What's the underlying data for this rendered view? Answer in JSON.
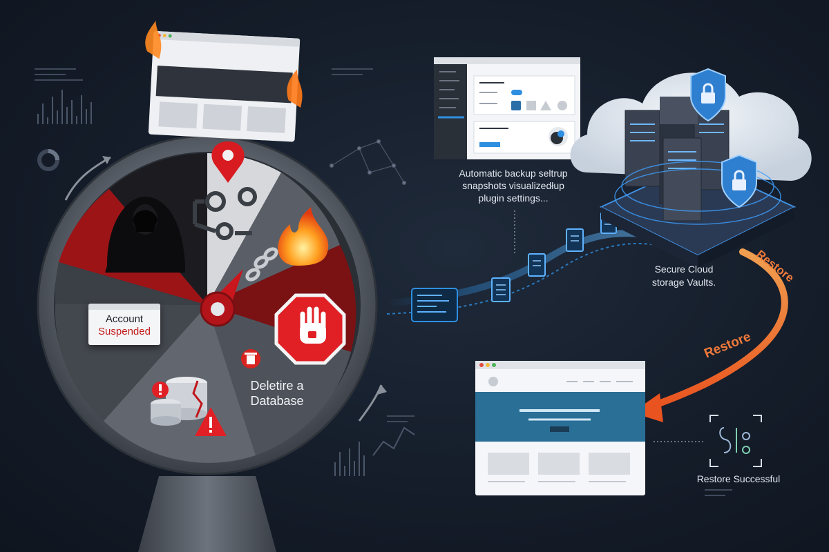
{
  "wheel": {
    "suspended_card": {
      "line1": "Account",
      "line2": "Suspended"
    },
    "delete_db": {
      "line1": "Deletire a",
      "line2": "Database"
    }
  },
  "plugin_panel": {
    "caption_lines": [
      "Automatic backup seltrup",
      "snapshots visualizedłup",
      "plugin settings..."
    ]
  },
  "vault": {
    "caption_lines": [
      "Secure Cloud",
      "storage Vaults."
    ]
  },
  "restore": {
    "label_top": "Restore",
    "label_mid": "Restore",
    "success": "Restore Successful"
  },
  "colors": {
    "background": "#151d2a",
    "wheel_rim": "#6b717a",
    "danger_red": "#c0151b",
    "accent_blue": "#2f8fe0",
    "restore_orange": "#f07a3a"
  }
}
